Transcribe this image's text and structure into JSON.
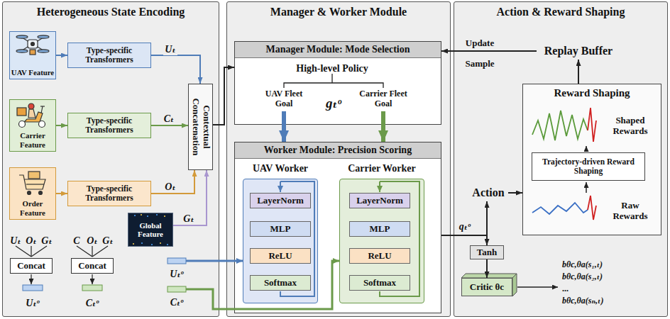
{
  "diagram": {
    "nodes": [
      {
        "text": [
          "Heterogeneous State Encoding"
        ]
      },
      {
        "text": [
          "UAV Feature"
        ],
        "in": 0
      },
      {
        "text": [
          "Type-specific Transformers"
        ],
        "in": 0
      },
      {
        "text": [
          "Carrier Feature"
        ],
        "in": 0
      },
      {
        "text": [
          "Type-specific Transformers"
        ],
        "in": 0
      },
      {
        "text": [
          "Order Feature"
        ],
        "in": 0
      },
      {
        "text": [
          "Type-specific Transformers"
        ],
        "in": 0
      },
      {
        "text": [
          "Contextual Concatenation"
        ],
        "in": 0
      },
      {
        "text": [
          "Global Feature"
        ],
        "in": 0
      },
      {
        "text": [
          "Concat"
        ],
        "in": 0
      },
      {
        "text": [
          "Concat"
        ],
        "in": 0
      },
      {
        "text": [
          "Manager & Worker Module"
        ]
      },
      {
        "text": [
          "Manager Module: Mode Selection"
        ],
        "in": 11
      },
      {
        "text": [
          "Worker Module: Precision Scoring"
        ],
        "in": 11
      },
      {
        "text": [
          "UAV Worker"
        ],
        "in": 13
      },
      {
        "text": [
          "LayerNorm"
        ],
        "in": 14
      },
      {
        "text": [
          "MLP"
        ],
        "in": 14
      },
      {
        "text": [
          "ReLU"
        ],
        "in": 14
      },
      {
        "text": [
          "Softmax"
        ],
        "in": 14
      },
      {
        "text": [
          "Carrier Worker"
        ],
        "in": 13
      },
      {
        "text": [
          "LayerNorm"
        ],
        "in": 19
      },
      {
        "text": [
          "MLP"
        ],
        "in": 19
      },
      {
        "text": [
          "ReLU"
        ],
        "in": 19
      },
      {
        "text": [
          "Softmax"
        ],
        "in": 19
      },
      {
        "text": [
          "Action & Reward Shaping"
        ]
      },
      {
        "text": [
          "Replay Buffer"
        ],
        "in": 24
      },
      {
        "text": [
          "Reward Shaping"
        ],
        "in": 24
      },
      {
        "text": [
          "Trajectory-driven Reward Shaping"
        ],
        "in": 26
      },
      {
        "text": [
          "Action"
        ],
        "in": 24
      },
      {
        "text": [
          "Tanh"
        ],
        "in": 24
      },
      {
        "text": [
          "Critic θc"
        ],
        "in": 24
      }
    ],
    "edges": [
      {
        "from": 1,
        "to": 2,
        "arrow": "to"
      },
      {
        "from": 3,
        "to": 4,
        "arrow": "to"
      },
      {
        "from": 5,
        "to": 6,
        "arrow": "to"
      },
      {
        "from": 2,
        "to": 7,
        "arrow": "to",
        "label": "Uₜ"
      },
      {
        "from": 4,
        "to": 7,
        "arrow": "to",
        "label": "Cₜ"
      },
      {
        "from": 6,
        "to": 7,
        "arrow": "to",
        "label": "Oₜ"
      },
      {
        "from": 8,
        "to": 7,
        "arrow": "to",
        "label": "Gₜ"
      },
      {
        "from": 7,
        "to": 12,
        "arrow": "to"
      },
      {
        "from": 12,
        "to": 13,
        "arrow": "to"
      },
      {
        "from": 12,
        "to": 13,
        "arrow": "to"
      },
      {
        "from": 13,
        "to": 28,
        "arrow": "to",
        "label": "qₜᵒ"
      },
      {
        "from": 13,
        "to": 29,
        "arrow": "to"
      },
      {
        "from": 29,
        "to": 30,
        "arrow": "to"
      },
      {
        "from": 28,
        "to": 26,
        "arrow": "to"
      },
      {
        "from": 26,
        "to": 25,
        "arrow": "to"
      },
      {
        "from": 25,
        "to": 12,
        "arrow": "to"
      }
    ],
    "labels": [
      "Uₜ",
      "Oₜ",
      "Gₜ",
      "C",
      "Oₜ",
      "Gₜ",
      "Uₜᵒ",
      "Cₜᵒ",
      "Uₜᵒ",
      "Cₜᵒ",
      "High-level Policy",
      "UAV Fleet Goal",
      "gₜᵒ",
      "Carrier Fleet Goal",
      "Update",
      "Sample",
      "Shaped Rewards",
      "Raw Rewards",
      "bθc,θa(s₁,ₜ)",
      "bθc,θa(s₂,ₜ)",
      "...",
      "bθc,θa(sₙ,ₜ)"
    ]
  }
}
